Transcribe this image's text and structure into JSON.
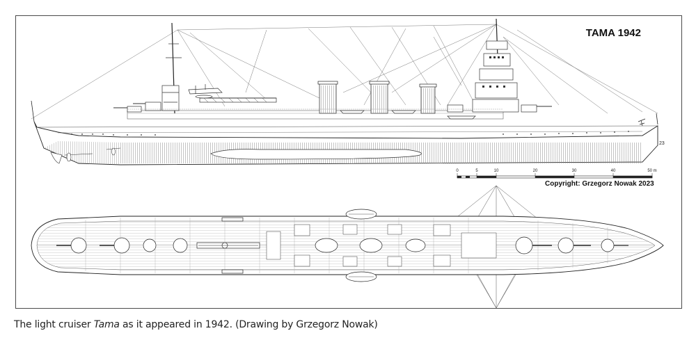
{
  "drawing": {
    "title": "TAMA 1942",
    "copyright": "Copyright: Grzegorz Nowak 2023",
    "hull_number": "23",
    "scale_labels": [
      "0",
      "5",
      "10",
      "20",
      "30",
      "40",
      "50 m"
    ]
  },
  "caption": {
    "before": "The light cruiser ",
    "ship_name": "Tama",
    "after": " as it appeared in 1942. (Drawing by Grzegorz Nowak)"
  }
}
